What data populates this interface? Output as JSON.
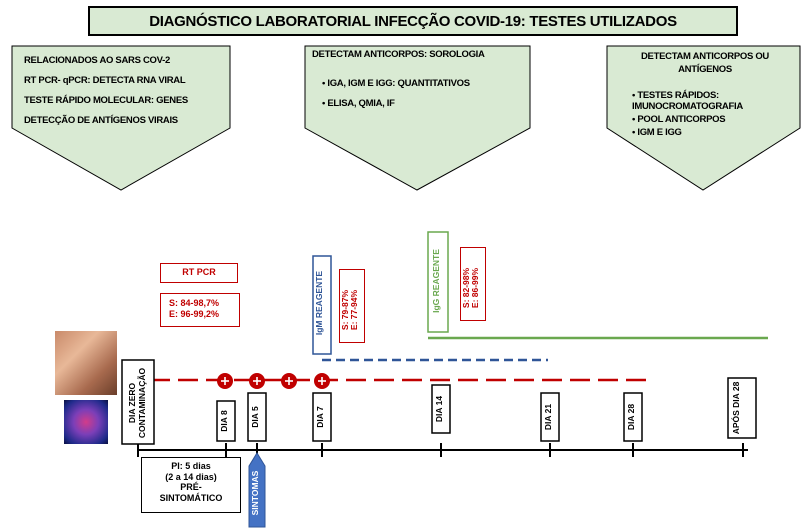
{
  "title": "DIAGNÓSTICO LABORATORIAL INFECÇÃO COVID-19: TESTES UTILIZADOS",
  "pentagons": [
    {
      "lines": [
        "RELACIONADOS AO SARS COV-2",
        "RT PCR- qPCR: DETECTA RNA VIRAL",
        "TESTE RÁPIDO MOLECULAR: GENES",
        "DETECÇÃO DE ANTÍGENOS VIRAIS"
      ]
    },
    {
      "lines": [
        "DETECTAM ANTICORPOS: SOROLOGIA",
        "• IGA, IGM E IGG: QUANTITATIVOS",
        "• ELISA, QMIA, IF"
      ]
    },
    {
      "lines": [
        "DETECTAM ANTICORPOS OU ANTÍGENOS",
        "• TESTES RÁPIDOS: IMUNOCROMATOGRAFIA",
        "• POOL ANTICORPOS",
        "• IGM E IGG"
      ]
    }
  ],
  "rtpcr": {
    "label": "RT PCR",
    "s": "S: 84-98,7%",
    "e": "E: 96-99,2%"
  },
  "igm": {
    "label": "IgM REAGENTE",
    "s": "S: 79-87%",
    "e": "E: 77-94%"
  },
  "igg": {
    "label": "IgG REAGENTE",
    "s": "S: 82-98%",
    "e": "E: 86-99%"
  },
  "timeline": {
    "zero": "DIA ZERO CONTAMINAÇÃO",
    "days": [
      "DIA 8",
      "DIA 5",
      "DIA 7",
      "DIA 14",
      "DIA 21",
      "DIA 28",
      "APÓS DIA 28"
    ],
    "sintomas": "SINTOMAS"
  },
  "pi": {
    "l1": "PI: 5 dias",
    "l2": "(2 a 14 dias)",
    "l3": "PRÉ-",
    "l4": "SINTOMÁTICO"
  },
  "colors": {
    "red": "#c00000",
    "green": "#6aa84f",
    "blue": "#2f5597",
    "pentagon": "#d9ead3"
  }
}
